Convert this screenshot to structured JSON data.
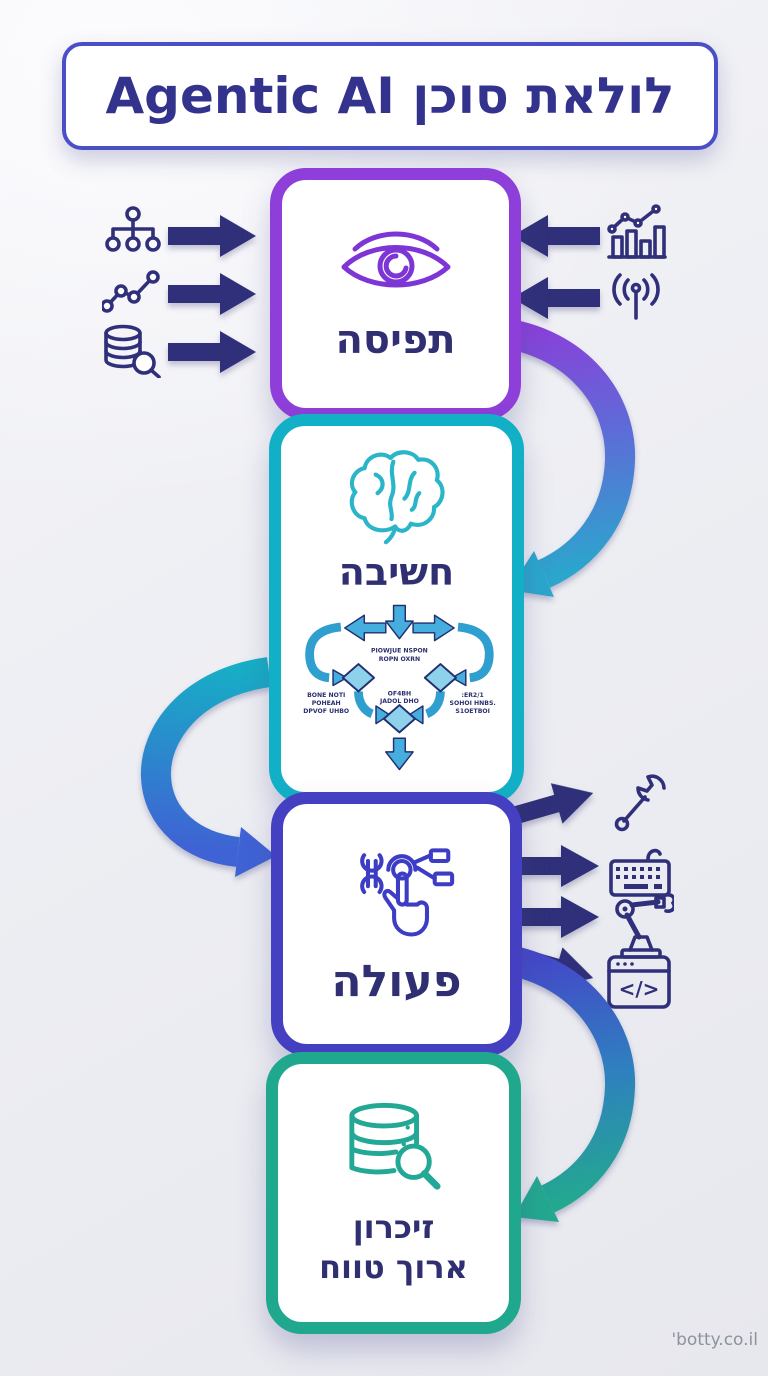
{
  "title": {
    "text": "לולאת סוכן Agentic AI"
  },
  "watermark": {
    "text": "'botty.co.il"
  },
  "colors": {
    "background": "#eef0f4",
    "navy_arrows": "#30307a",
    "perception_border": "#8e3fd9",
    "thinking_border": "#12b0c6",
    "action_border": "#4540c2",
    "memory_border": "#1fa88e",
    "eye_icon": "#7d35d6",
    "brain_icon": "#2ab5c9",
    "action_icon": "#3c3cc4",
    "memory_icon": "#23a895",
    "flowchart_blue": "#2f9fd0",
    "curve1_gradient": [
      "#8b3fd9",
      "#2ba6cd"
    ],
    "curve2_gradient": [
      "#17aec6",
      "#3f62d4"
    ],
    "curve3_gradient": [
      "#4547c8",
      "#23a890"
    ]
  },
  "stages": {
    "perception": {
      "label": "תפיסה",
      "icon": "eye-icon"
    },
    "thinking": {
      "label": "חשיבה",
      "icon": "brain-icon"
    },
    "action": {
      "label": "פעולה",
      "icon": "tool-touch-icon"
    },
    "memory": {
      "label_line1": "זיכרון",
      "label_line2": "ארוך טווח",
      "icon": "database-magnifier-icon"
    }
  },
  "perception_inputs_left": [
    {
      "icon": "org-chart-icon"
    },
    {
      "icon": "trend-line-icon"
    },
    {
      "icon": "database-search-icon"
    }
  ],
  "perception_inputs_right": [
    {
      "icon": "bar-chart-trend-icon"
    },
    {
      "icon": "signal-antenna-icon"
    }
  ],
  "action_outputs": [
    {
      "icon": "wrench-icon"
    },
    {
      "icon": "keyboard-icon"
    },
    {
      "icon": "robot-arm-icon"
    },
    {
      "icon": "code-window-icon",
      "glyph": "</>"
    }
  ],
  "thinking_flowchart": {
    "top_label_line1": "PIOWJUE NSPON",
    "top_label_line2": "ROPN OXRN",
    "mid_label_line1": "OF4BH",
    "mid_label_line2": "JADOL DHO",
    "left_label_line1": "BONE NOTI",
    "left_label_line2": "POHEAH",
    "left_label_line3": "DPVOF UHBO",
    "right_label_line1": ":ER2/1",
    "right_label_line2": "SOHOI HNBS.",
    "right_label_line3": "S1OETBOI"
  }
}
